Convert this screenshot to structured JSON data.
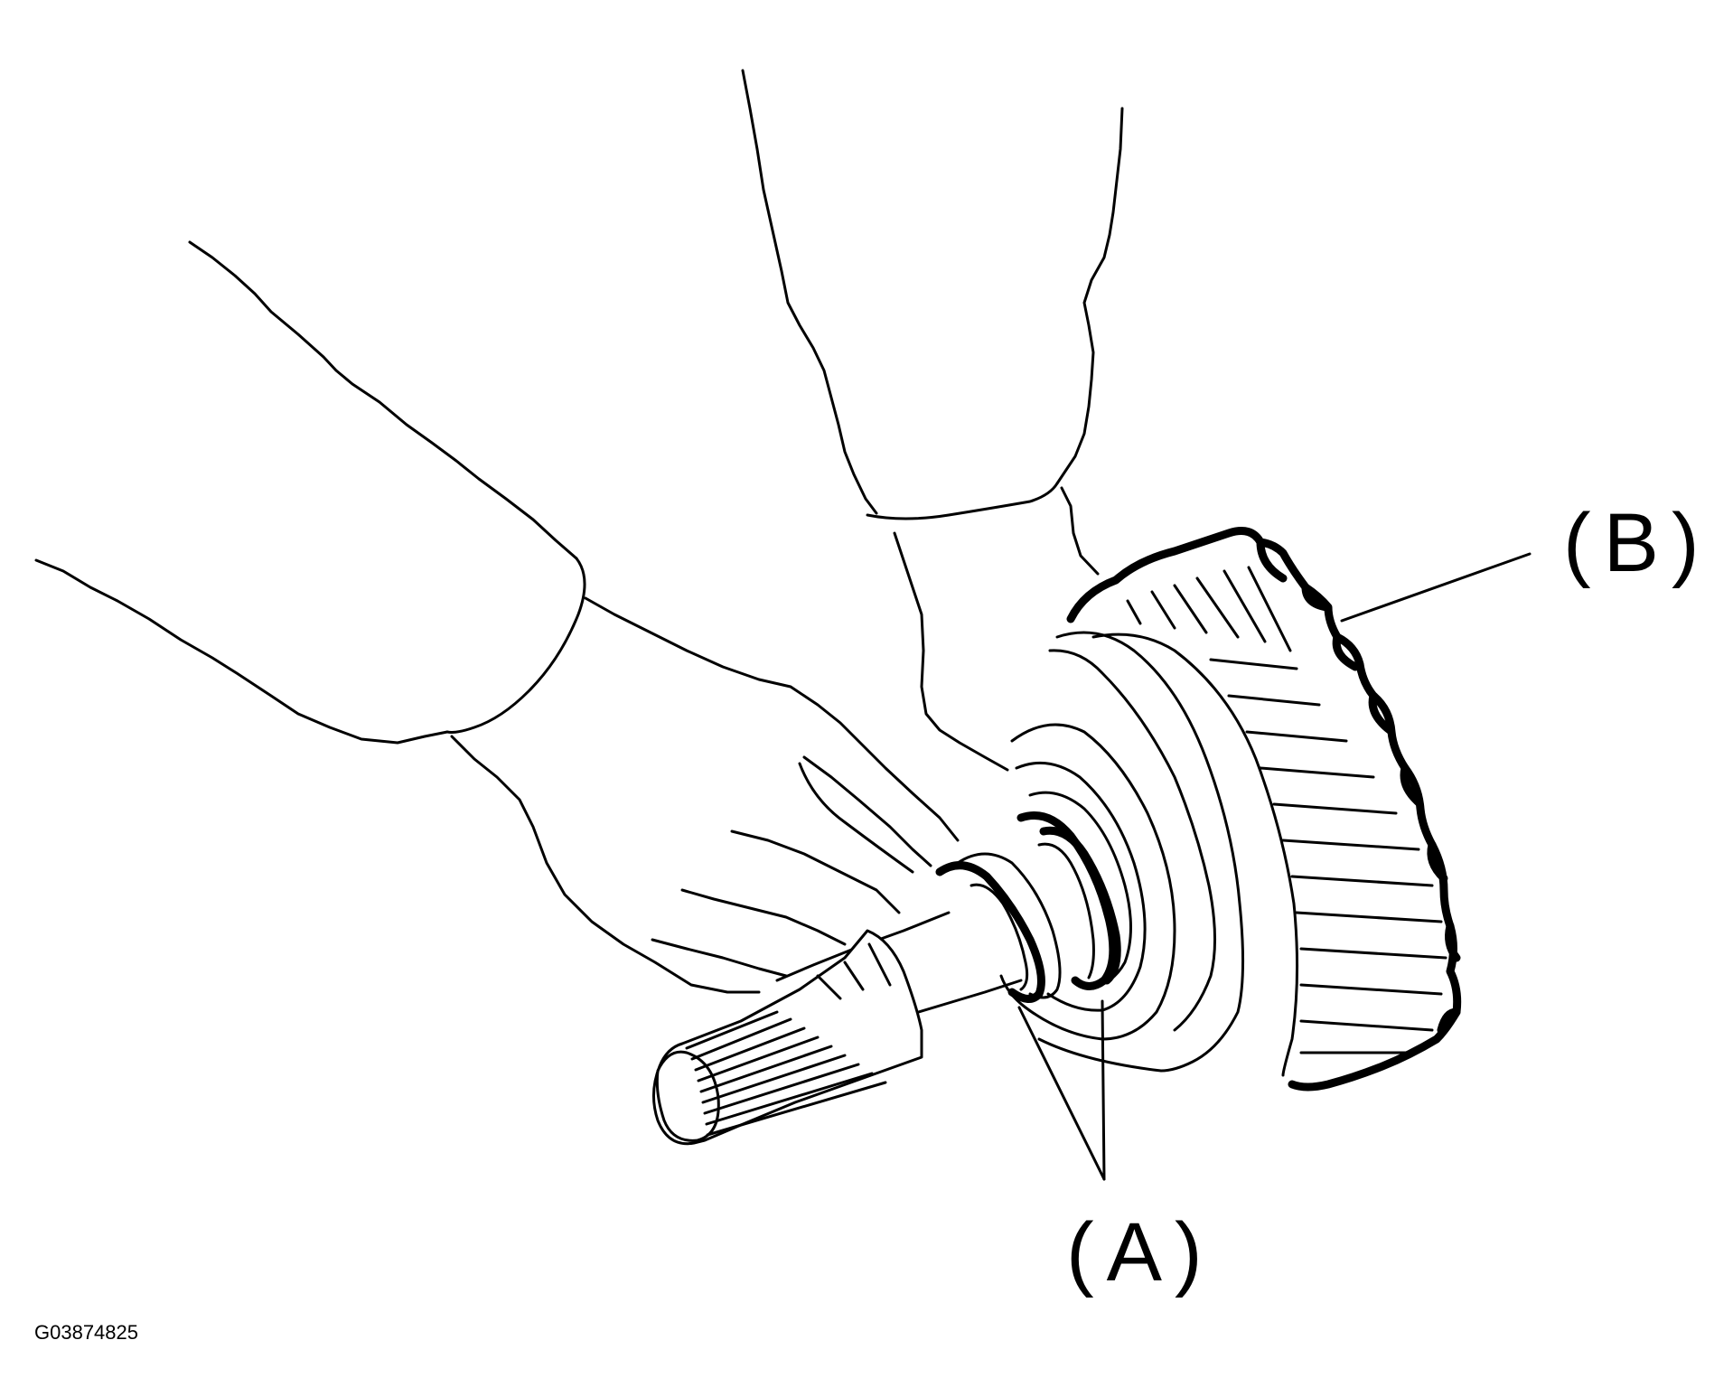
{
  "figure": {
    "id": "G03874825",
    "callouts": [
      {
        "key": "A",
        "label": "(A)"
      },
      {
        "key": "B",
        "label": "(B)"
      }
    ],
    "colors": {
      "line": "#000000",
      "background": "#ffffff"
    }
  }
}
